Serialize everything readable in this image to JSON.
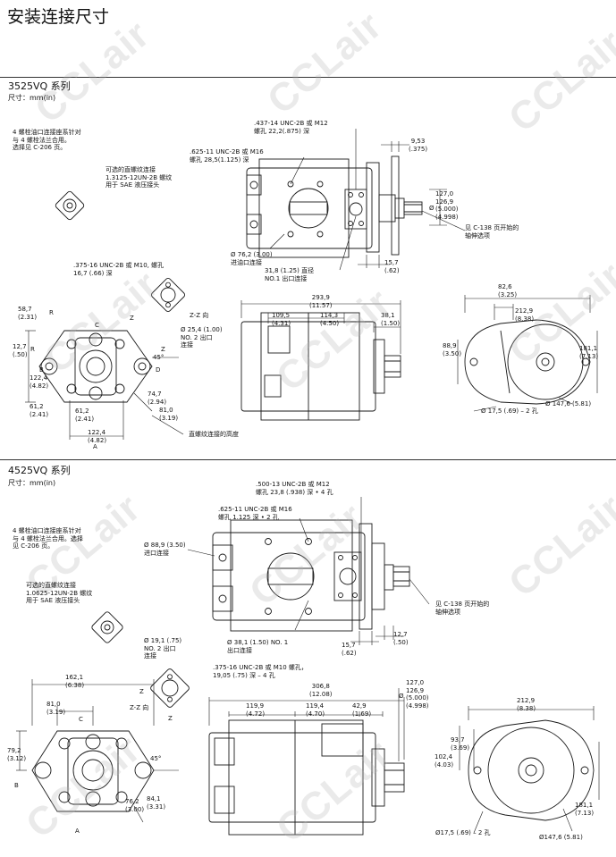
{
  "page_title": "安装连接尺寸",
  "watermark": "CCLair",
  "sections": [
    {
      "series": "3525VQ 系列",
      "units": "尺寸：mm(in)",
      "notes": {
        "flange_note": "4 螺栓油口连接座系针对\n与 4 螺栓法兰合用。\n选择见 C-206 页。",
        "straight_thread": "可选的直螺纹连接\n1.3125-12UN-2B 螺纹\n用于 SAE 液压接头",
        "tap_437": ".437-14 UNC-2B 或 M12\n螺孔 22,2(.875) 深",
        "tap_625": ".625-11 UNC-2B 或 M16\n螺孔 28,5(1.125) 深",
        "dim_953": "9,53\n(.375)",
        "shaft_dia": "127,0\n126,9\n(5.000)\n(4.998)",
        "shaft_dia_prefix": "Ø",
        "see_c138": "见 C-138 页开始的\n轴伸选项",
        "inlet": "Ø 76,2 (3.00)\n进油口连接",
        "outlet_no1": "31,8 (1.25) 直径\nNO.1 出口连接",
        "dim_157": "15,7\n(.62)",
        "tap_375": ".375-16 UNC-2B 或 M10, 螺孔\n16,7 (.66) 深",
        "zz_view": "Z-Z 向",
        "outlet_no2": "Ø 25,4 (1.00)\nNO. 2 出口\n连接",
        "dim_587": "58,7\n(2.31)",
        "dim_127": "12,7\n(.50)",
        "dim_1224v": "122,4\n(4.82)",
        "dim_612a": "61,2\n(2.41)",
        "dim_612b": "61,2\n(2.41)",
        "dim_1224h": "122,4\n(4.82)",
        "dim_747": "74,7\n(2.94)",
        "dim_810": "81,0\n(3.19)",
        "thread_height": "直螺纹连接的高度",
        "dim_2939": "293,9\n(11.57)",
        "dim_1095": "109,5\n(4.31)",
        "dim_1143": "114,3\n(4.50)",
        "dim_381": "38,1\n(1.50)",
        "dim_826": "82,6\n(3.25)",
        "dim_2129": "212,9\n(8.38)",
        "dim_889": "88,9\n(3.50)",
        "dim_1811": "181,1\n(7.13)",
        "holes": "Ø 17,5 (.69) – 2 孔",
        "pcd": "Ø 147,6 (5.81)",
        "angle": "45°"
      }
    },
    {
      "series": "4525VQ 系列",
      "units": "尺寸：mm(in)",
      "notes": {
        "tap_500": ".500-13 UNC-2B 或 M12\n螺孔 23,8 (.938) 深 • 4 孔",
        "tap_625": ".625-11 UNC-2B 或 M16\n螺孔 1.125 深 • 2 孔",
        "flange_note": "4 螺栓油口连接座系针对\n与 4 螺栓法兰合用。选择\n见 C-206 页。",
        "inlet": "Ø 88,9 (3.50)\n进口连接",
        "see_c138": "见 C-138 页开始的\n轴伸选项",
        "straight_thread": "可选的直螺纹连接\n1.0625-12UN-2B 螺纹\n用于 SAE 液压接头",
        "dim_127": "12,7\n(.50)",
        "dim_157": "15,7\n(.62)",
        "outlet_no1": "Ø 38,1 (1.50) NO. 1\n出口连接",
        "outlet_no2": "Ø 19,1 (.75)\nNO. 2 出口\n连接",
        "tap_375": ".375-16 UNC-2B 或 M10 螺孔，\n19,05 (.75) 深 – 4 孔",
        "zz_view": "Z-Z 向",
        "dim_1621": "162,1\n(6.38)",
        "dim_810": "81,0\n(3.19)",
        "dim_792": "79,2\n(3.12)",
        "dim_762": "76,2\n(3.00)",
        "dim_841": "84,1\n(3.31)",
        "dim_3068": "306,8\n(12.08)",
        "dim_1199": "119,9\n(4.72)",
        "dim_1194": "119,4\n(4.70)",
        "dim_429": "42,9\n(1.69)",
        "shaft_dia": "127,0\n126,9\n(5.000)\n(4.998)",
        "shaft_dia_prefix": "Ø",
        "dim_2129": "212,9\n(8.38)",
        "dim_937": "93,7\n(3.69)",
        "dim_1024": "102,4\n(4.03)",
        "dim_1811": "181,1\n(7.13)",
        "holes": "Ø17,5 (.69) – 2 孔",
        "pcd": "Ø147,6 (5.81)",
        "angle": "45°"
      }
    }
  ],
  "letters": {
    "a": "A",
    "b": "B",
    "c": "C",
    "d": "D",
    "r": "R",
    "z": "Z"
  }
}
